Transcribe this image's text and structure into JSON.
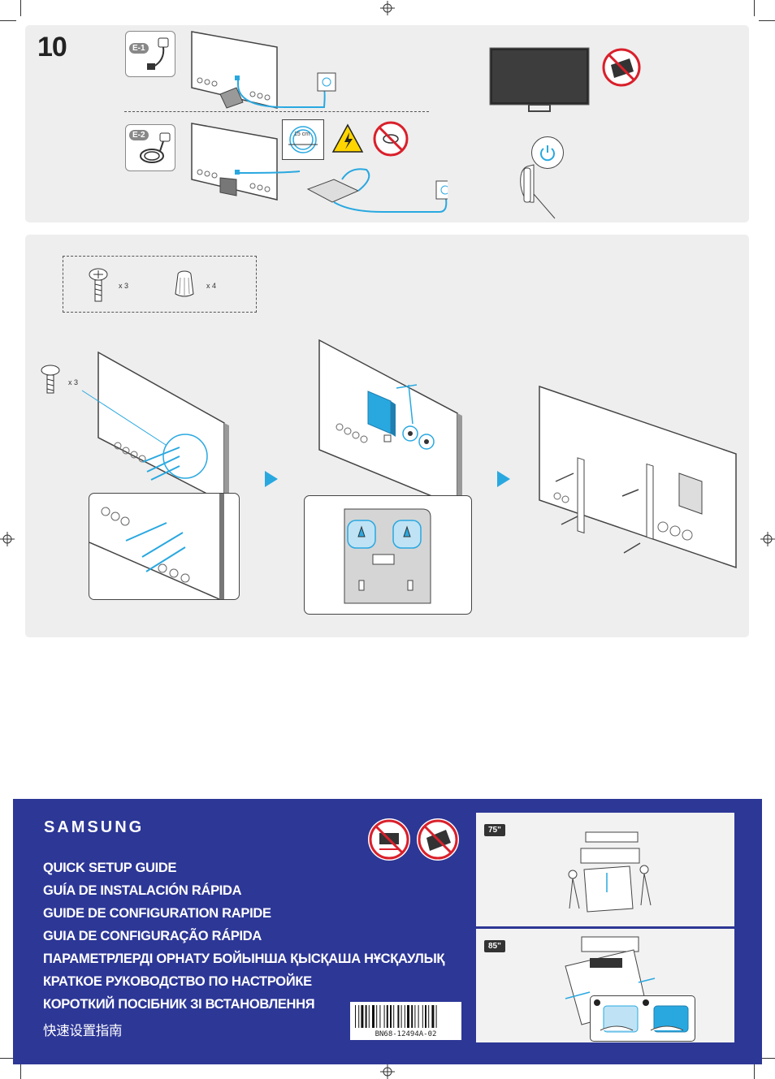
{
  "step": {
    "number": "10"
  },
  "power_section": {
    "badge_e1": "E-1",
    "badge_e2": "E-2",
    "distance_label": "15 cm"
  },
  "wall_mount_section": {
    "screw_qty": "x 3",
    "spacer_qty": "x 4",
    "screw_qty_step1": "x 3"
  },
  "footer": {
    "brand": "SAMSUNG",
    "titles": [
      "QUICK SETUP GUIDE",
      "GUÍA DE INSTALACIÓN RÁPIDA",
      "GUIDE DE CONFIGURATION RAPIDE",
      "GUIA DE CONFIGURAÇÃO RÁPIDA",
      "ПАРАМЕТРЛЕРДІ ОРНАТУ БОЙЫНША ҚЫСҚАША НҰСҚАУЛЫҚ",
      "КРАТКОЕ РУКОВОДСТВО ПО НАСТРОЙКЕ",
      "КОРОТКИЙ ПОСІБНИК ЗІ ВСТАНОВЛЕННЯ",
      "快速设置指南"
    ],
    "barcode_code": "BN68-12494A-02",
    "size_75": "75\"",
    "size_85": "85\""
  },
  "colors": {
    "accent": "#29a8e0",
    "footer_bg": "#2d3796",
    "warning_red": "#d9202b",
    "panel_bg": "#eeeeee"
  }
}
